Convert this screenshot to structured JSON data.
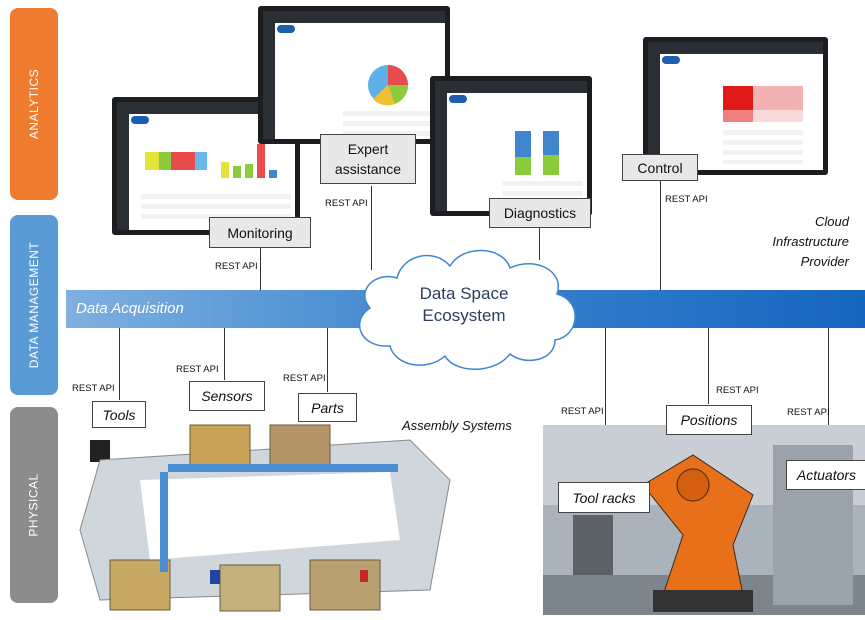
{
  "layers": [
    {
      "label": "ANALYTICS",
      "color": "#ef7b2f"
    },
    {
      "label": "DATA MANAGEMENT",
      "color": "#5b9bd5"
    },
    {
      "label": "PHYSICAL",
      "color": "#8c8c8c"
    }
  ],
  "services": {
    "monitoring": "Monitoring",
    "expert_assistance": "Expert assistance",
    "diagnostics": "Diagnostics",
    "control": "Control"
  },
  "api_label": "REST API",
  "data_acquisition": "Data Acquisition",
  "ecosystem": "Data Space Ecosystem",
  "cloud_provider": "Cloud Infrastructure Provider",
  "assembly_systems": "Assembly Systems",
  "assembly_items": {
    "tools": "Tools",
    "sensors": "Sensors",
    "parts": "Parts"
  },
  "robot_items": {
    "tool_racks": "Tool racks",
    "positions": "Positions",
    "actuators": "Actuators"
  }
}
